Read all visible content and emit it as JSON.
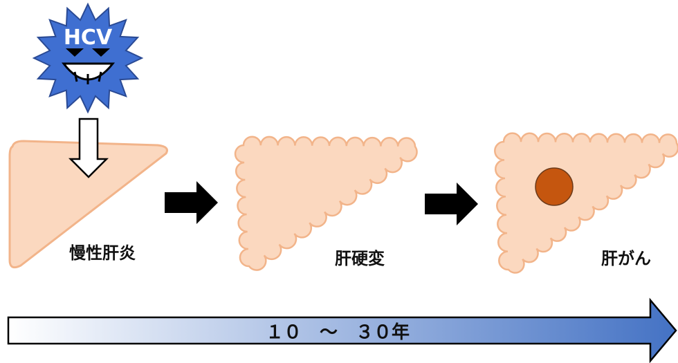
{
  "virus": {
    "label": "HCV",
    "color": "#3f6fd1",
    "stroke": "#2a4a94",
    "icon": "virus-icon"
  },
  "stages": [
    {
      "label": "慢性肝炎",
      "shape": "smooth-liver"
    },
    {
      "label": "肝硬変",
      "shape": "bumpy-liver"
    },
    {
      "label": "肝がん",
      "shape": "bumpy-liver-with-tumor"
    }
  ],
  "timeline": {
    "label": "１０　～　３０年",
    "gradient_start": "#ffffff",
    "gradient_end": "#4472c4"
  },
  "colors": {
    "liver_fill": "#fbd8bf",
    "liver_stroke": "#f2b48a",
    "tumor_fill": "#c5560f",
    "tumor_stroke": "#6b3a1a",
    "arrow": "#000000"
  }
}
